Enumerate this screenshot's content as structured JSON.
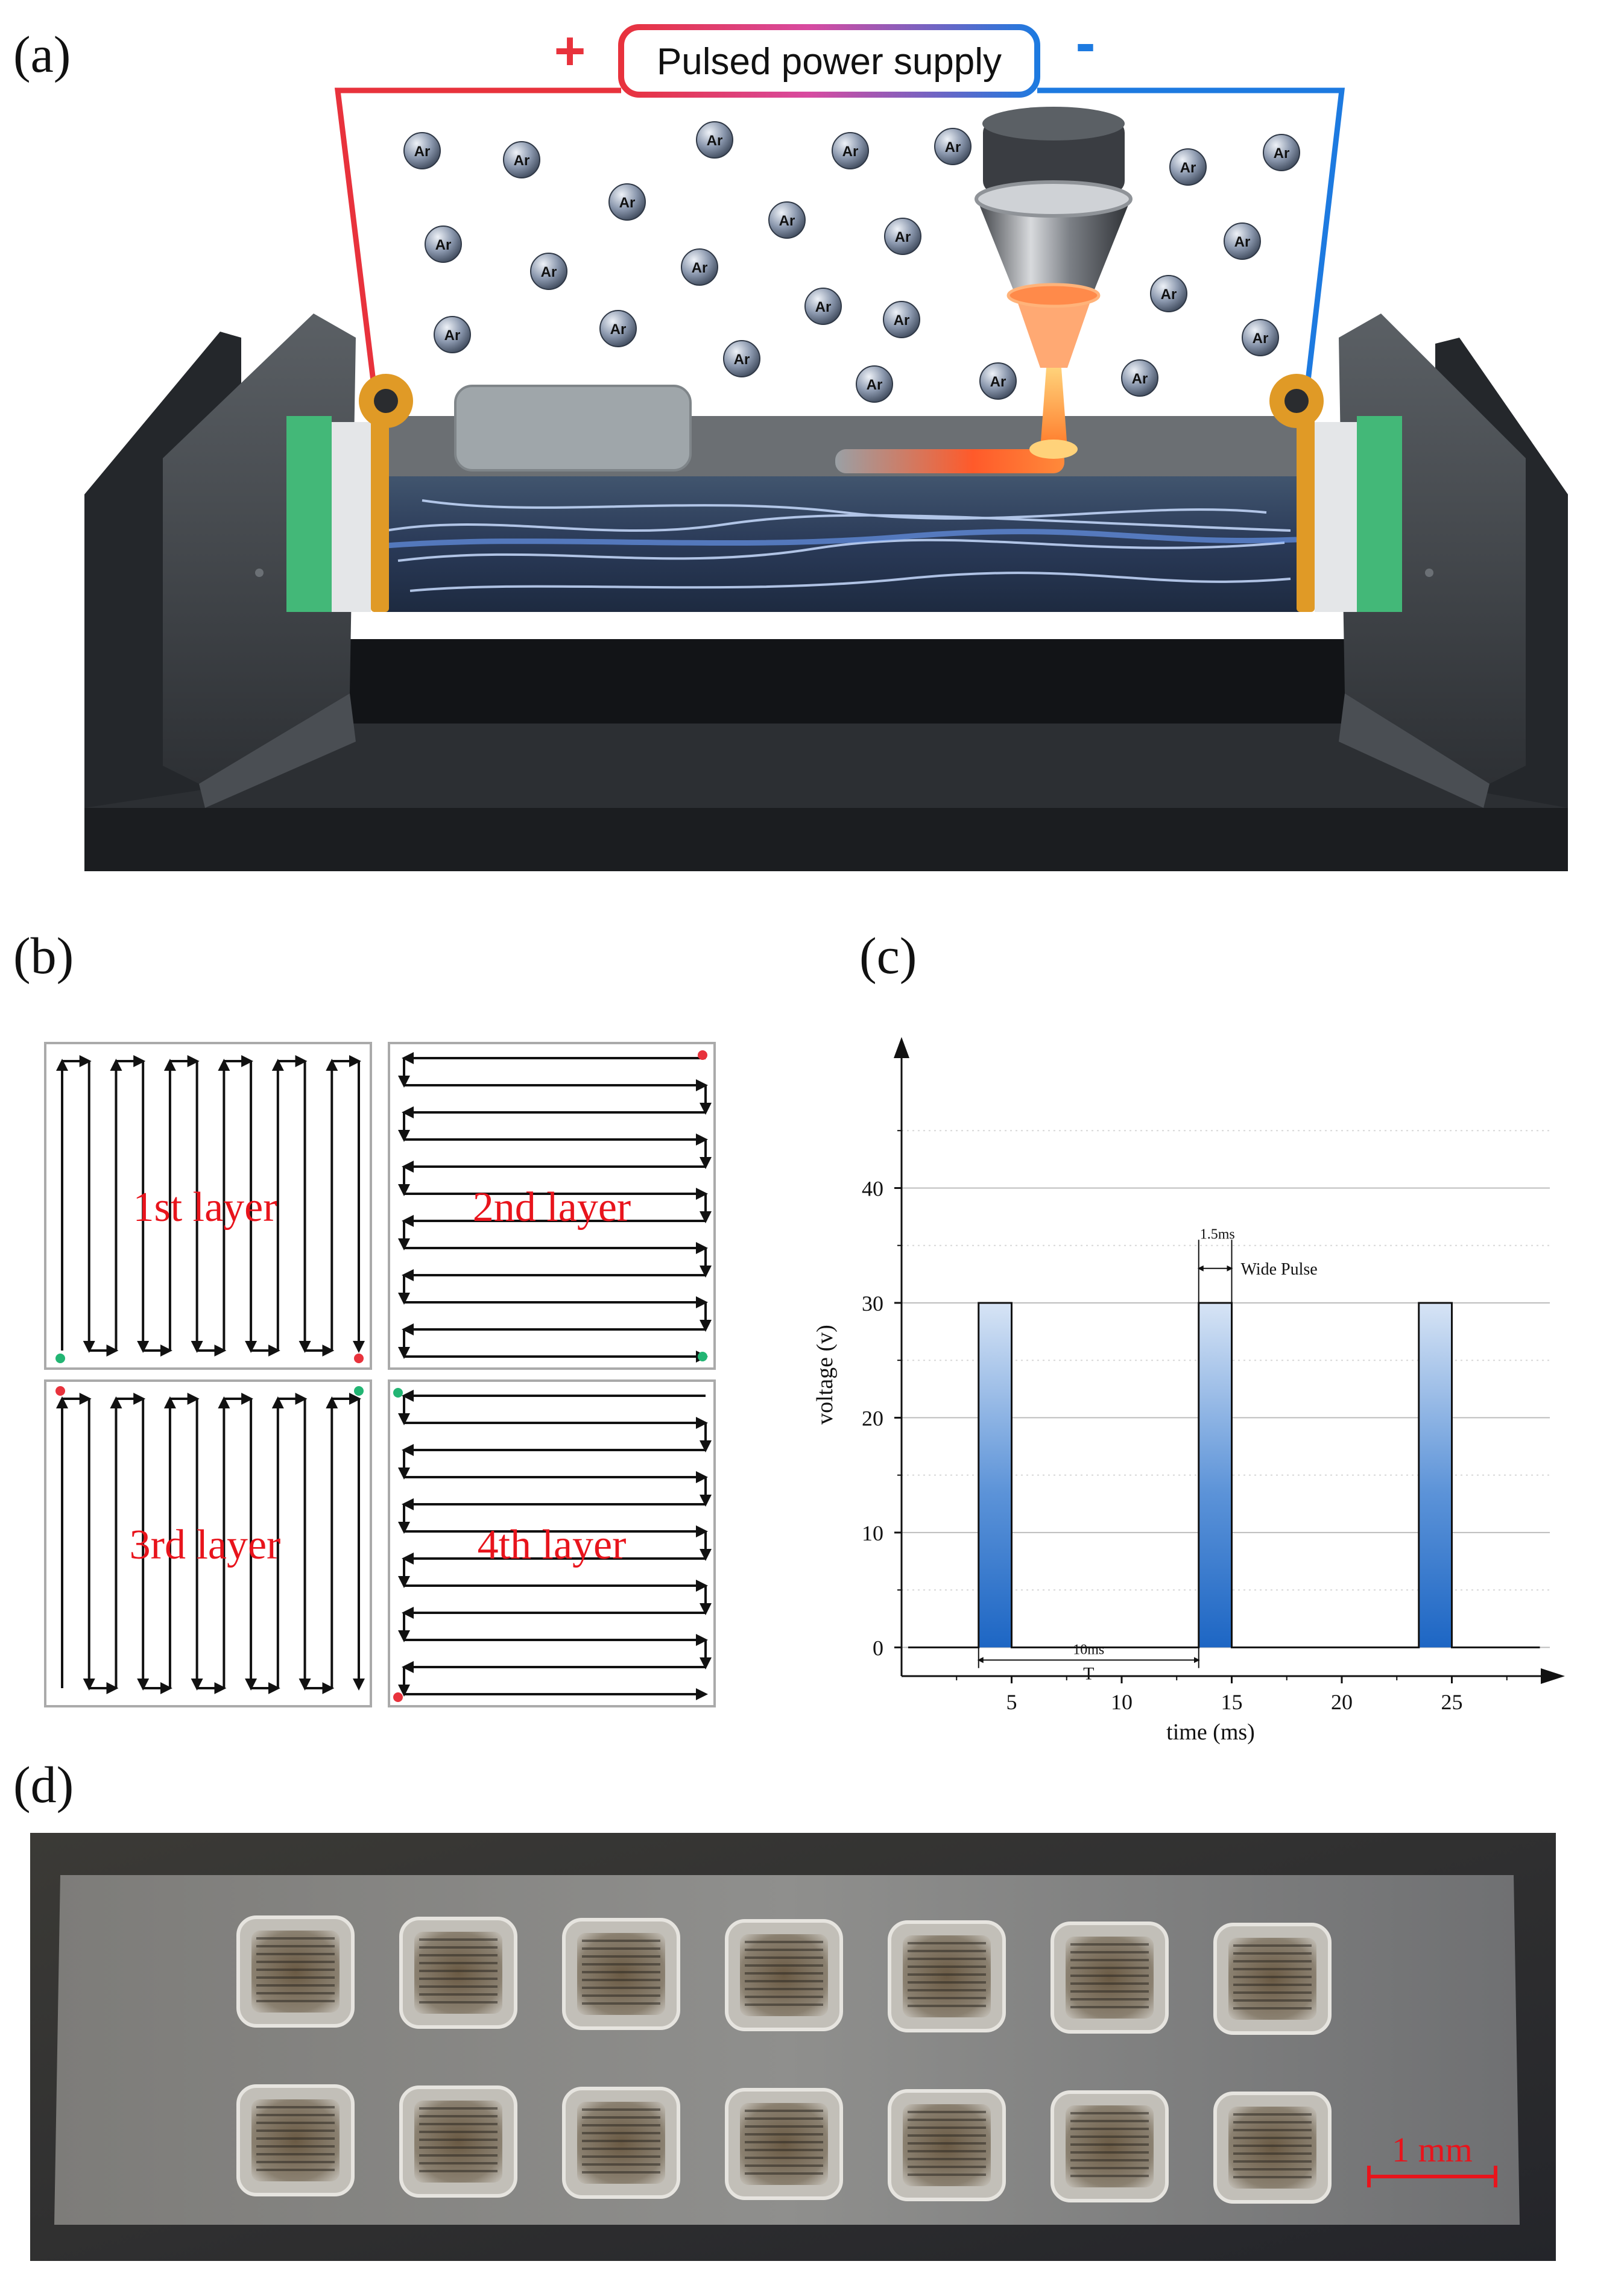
{
  "panels": {
    "a": {
      "label": "(a)",
      "power_supply_label": "Pulsed power supply",
      "plus_sign": "+",
      "minus_sign": "-",
      "gas_label": "Ar"
    },
    "b": {
      "label": "(b)",
      "layers": [
        "1st layer",
        "2nd layer",
        "3rd layer",
        "4th layer"
      ]
    },
    "c": {
      "label": "(c)"
    },
    "d": {
      "label": "(d)",
      "scale_bar_label": "1 mm"
    }
  },
  "colors": {
    "positive": "#e8323c",
    "negative": "#1d7ae0",
    "layer_text": "#e8141c",
    "pulse_fill": "#2a72c8",
    "start_dot": "#22b573",
    "end_dot": "#e8323c"
  },
  "chart_data": {
    "type": "line",
    "title": "",
    "xlabel": "time (ms)",
    "ylabel": "voltage (v)",
    "xlim": [
      0,
      30
    ],
    "ylim": [
      -2.5,
      50
    ],
    "xticks": [
      5,
      10,
      15,
      20,
      25
    ],
    "yticks": [
      0,
      10,
      20,
      30,
      40
    ],
    "grid": true,
    "series": [
      {
        "pulses": [
          {
            "start": 3.5,
            "end": 5.0,
            "value": 30
          },
          {
            "start": 13.5,
            "end": 15.0,
            "value": 30
          },
          {
            "start": 23.5,
            "end": 25.0,
            "value": 30
          }
        ]
      }
    ],
    "annotations": {
      "pulse_width": "1.5ms",
      "pulse_type": "Wide Pulse",
      "period": "10ms",
      "period_symbol": "T"
    }
  }
}
